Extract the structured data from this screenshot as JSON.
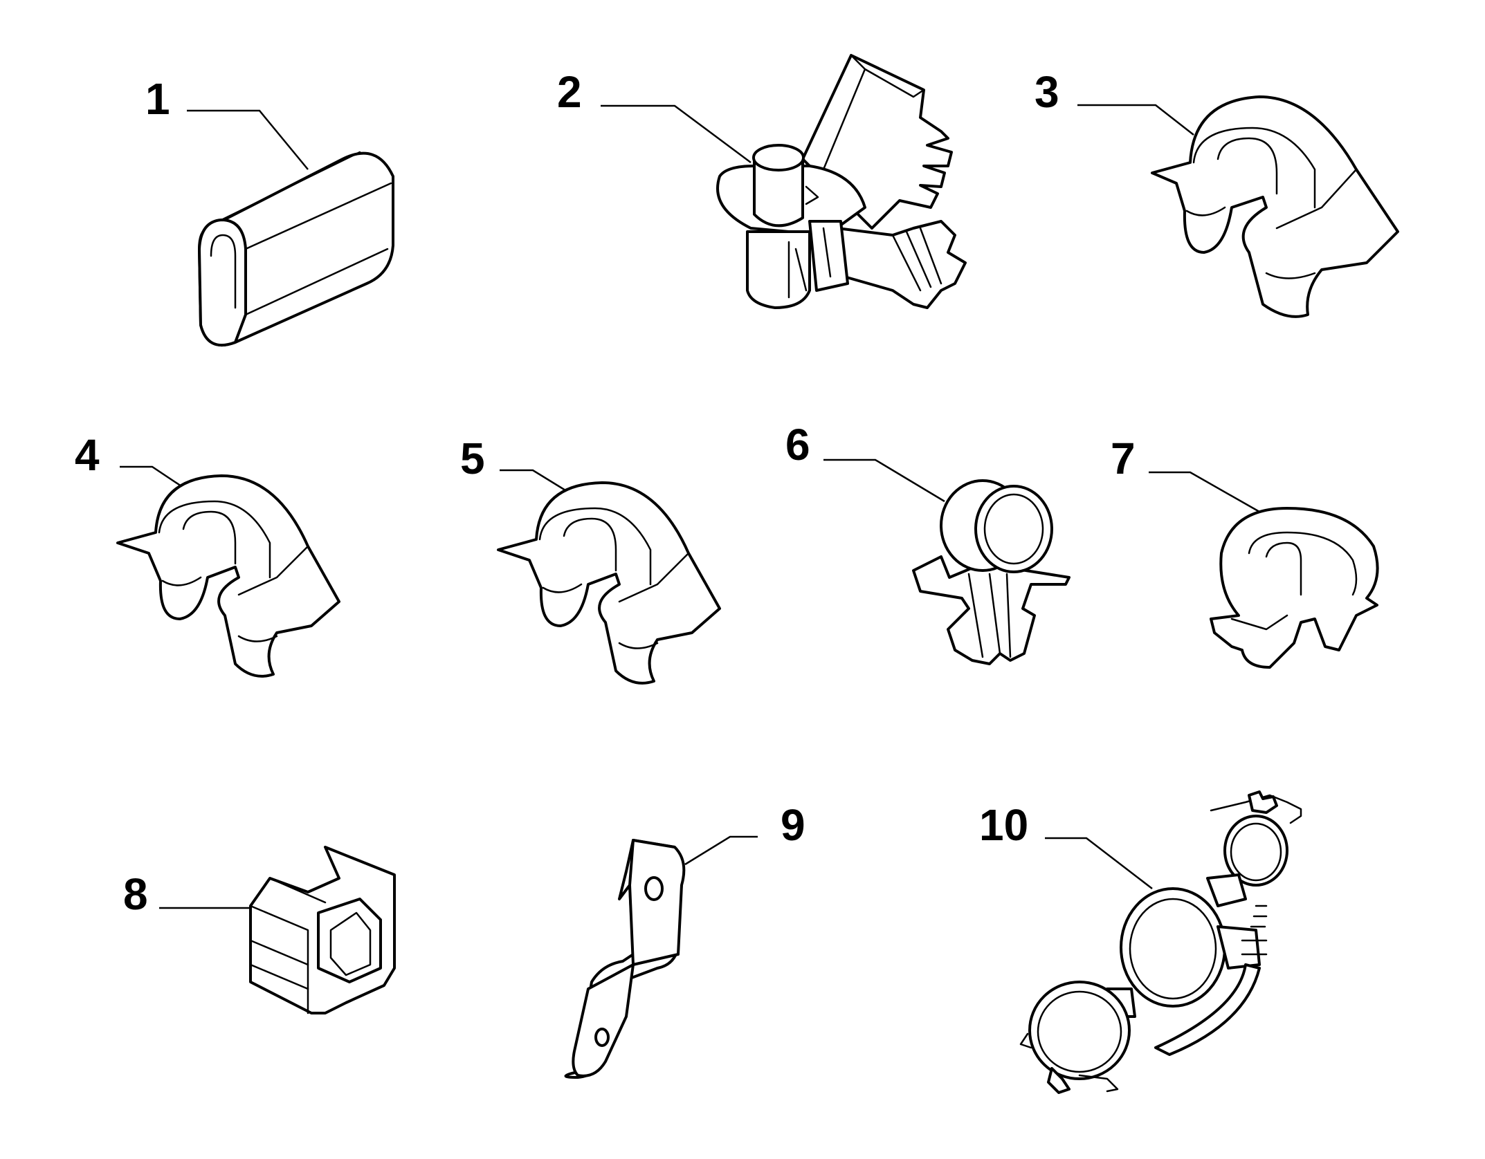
{
  "diagram": {
    "parts": [
      {
        "number": "1",
        "icon": "edge-clip-icon"
      },
      {
        "number": "2",
        "icon": "multi-branch-connector-icon"
      },
      {
        "number": "3",
        "icon": "cable-clip-icon"
      },
      {
        "number": "4",
        "icon": "cable-clip-icon"
      },
      {
        "number": "5",
        "icon": "cable-clip-icon"
      },
      {
        "number": "6",
        "icon": "pipe-clip-icon"
      },
      {
        "number": "7",
        "icon": "cable-clip-icon"
      },
      {
        "number": "8",
        "icon": "square-bracket-clip-icon"
      },
      {
        "number": "9",
        "icon": "metal-bracket-icon"
      },
      {
        "number": "10",
        "icon": "hose-clamp-cluster-icon"
      }
    ],
    "colors": {
      "line": "#000000",
      "background": "#ffffff"
    }
  }
}
